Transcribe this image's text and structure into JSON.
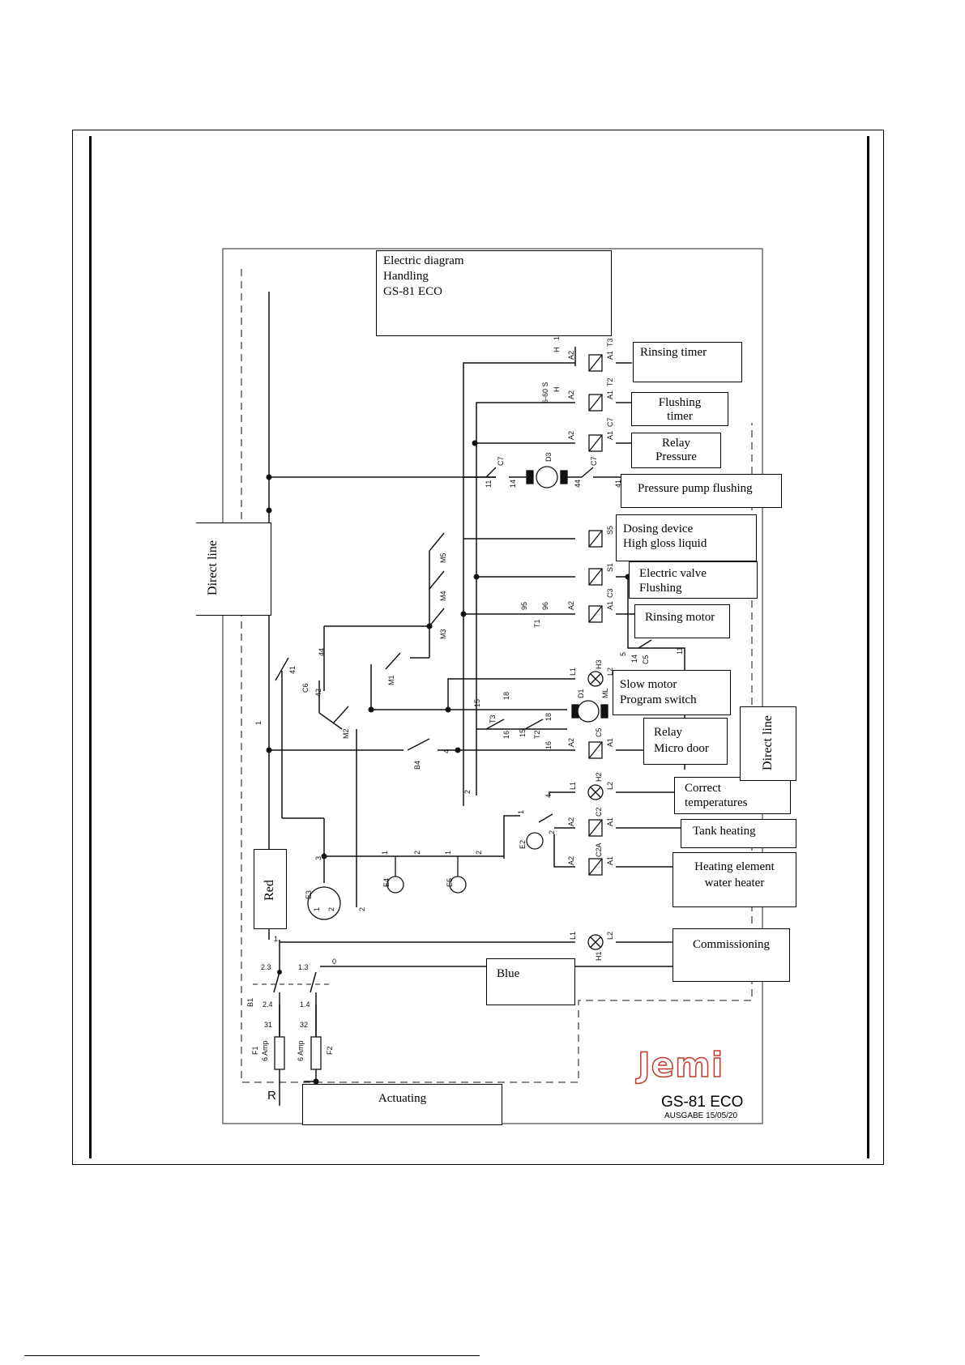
{
  "title_box": [
    "Electric diagram",
    "Handling",
    "GS-81 ECO"
  ],
  "labels": {
    "rinsing_timer": "Rinsing timer",
    "flushing_timer": [
      "Flushing",
      "timer"
    ],
    "relay_pressure": [
      "Relay",
      "Pressure"
    ],
    "pressure_pump": "Pressure pump flushing",
    "dosing_device": [
      "Dosing device",
      "High gloss liquid"
    ],
    "electric_valve": [
      "Electric valve",
      "Flushing"
    ],
    "rinsing_motor": "Rinsing motor",
    "slow_motor": [
      "Slow motor",
      "Program switch"
    ],
    "relay_micro_door": [
      "Relay",
      "Micro door"
    ],
    "correct_temps": [
      "Correct",
      "temperatures"
    ],
    "tank_heating": "Tank heating",
    "heating_element": [
      "Heating element",
      "water heater"
    ],
    "commissioning": "Commissioning",
    "blue": "Blue",
    "actuating": "Actuating",
    "red": "Red",
    "direct_line_left": "Direct line",
    "direct_line_right": "Direct line"
  },
  "components": {
    "t3": [
      "H",
      "1",
      "A2",
      "A1",
      "T3"
    ],
    "t2": [
      "6-60 S",
      "H",
      "A2",
      "A1",
      "T2"
    ],
    "c7": [
      "A2",
      "A1",
      "C7"
    ],
    "pump": [
      "C7",
      "11",
      "14",
      "D3",
      "44",
      "41",
      "C7"
    ],
    "s5": [
      "S5"
    ],
    "s1": [
      "S1"
    ],
    "c3": [
      "95",
      "96",
      "T1",
      "A2",
      "A1",
      "C3"
    ],
    "m": [
      "M5",
      "M4",
      "M3",
      "M1",
      "M2"
    ],
    "c5_side": [
      "5",
      "14",
      "C5",
      "11"
    ],
    "c6": [
      "41",
      "C6",
      "42",
      "44"
    ],
    "h3": [
      "L1",
      "H3",
      "L2"
    ],
    "d1": [
      "15",
      "18",
      "T3",
      "16",
      "15",
      "T2",
      "18",
      "16",
      "D1",
      "ML"
    ],
    "c5": [
      "A2",
      "C5",
      "A1"
    ],
    "b4": [
      "B4",
      "4"
    ],
    "h2": [
      "4",
      "L1",
      "H2",
      "L2"
    ],
    "c2": [
      "1",
      "2",
      "E2",
      "A2",
      "C2",
      "A1"
    ],
    "c2a": [
      "A2",
      "C2A",
      "A1"
    ],
    "e3": [
      "E3",
      "3",
      "1",
      "2"
    ],
    "e4e5": [
      "E4",
      "1",
      "2",
      "E5",
      "1",
      "2"
    ],
    "h1": [
      "L1",
      "H1",
      "L2"
    ],
    "wires": [
      "1",
      "2",
      "2",
      "0",
      "1"
    ],
    "b1": [
      "2.3",
      "1.3",
      "B1",
      "2.4",
      "1.4",
      "31",
      "32"
    ],
    "fuses": [
      "F1",
      "6 Amp",
      "6 Amp",
      "F2"
    ],
    "r": "R"
  },
  "brand": "Jemi",
  "model": "GS-81 ECO",
  "ausgabe": "AUSGABE  15/05/20"
}
